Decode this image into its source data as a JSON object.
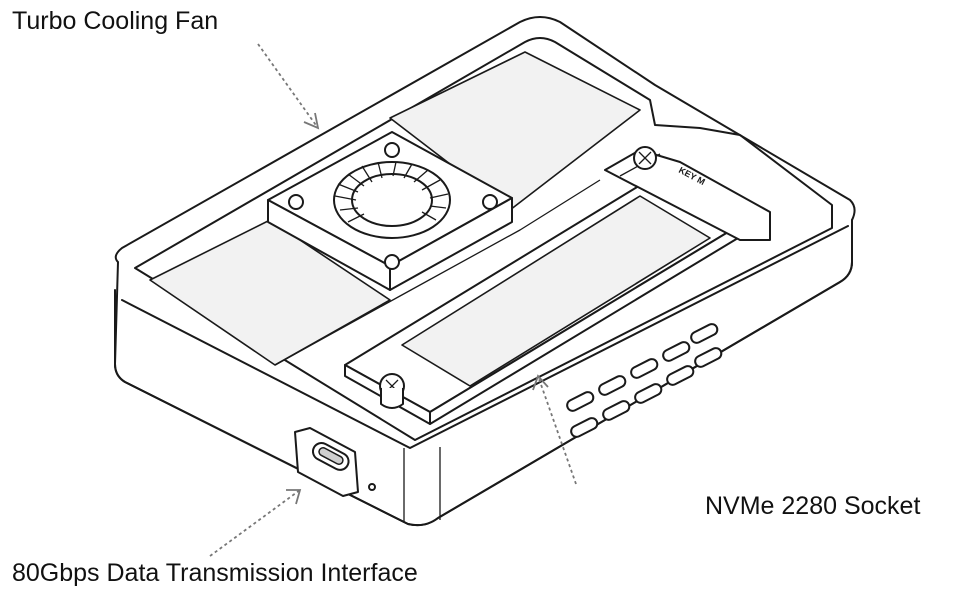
{
  "labels": {
    "fan": "Turbo Cooling Fan",
    "socket": "NVMe 2280 Socket",
    "interface": "80Gbps Data Transmission Interface",
    "slot_marking": "KEY M"
  },
  "icons": {
    "fan": "turbo-fan-icon",
    "usb_port": "usb-c-port-icon",
    "screw": "screw-icon"
  },
  "colors": {
    "line": "#1a1a1a",
    "arrow": "#777777",
    "background": "#ffffff"
  }
}
